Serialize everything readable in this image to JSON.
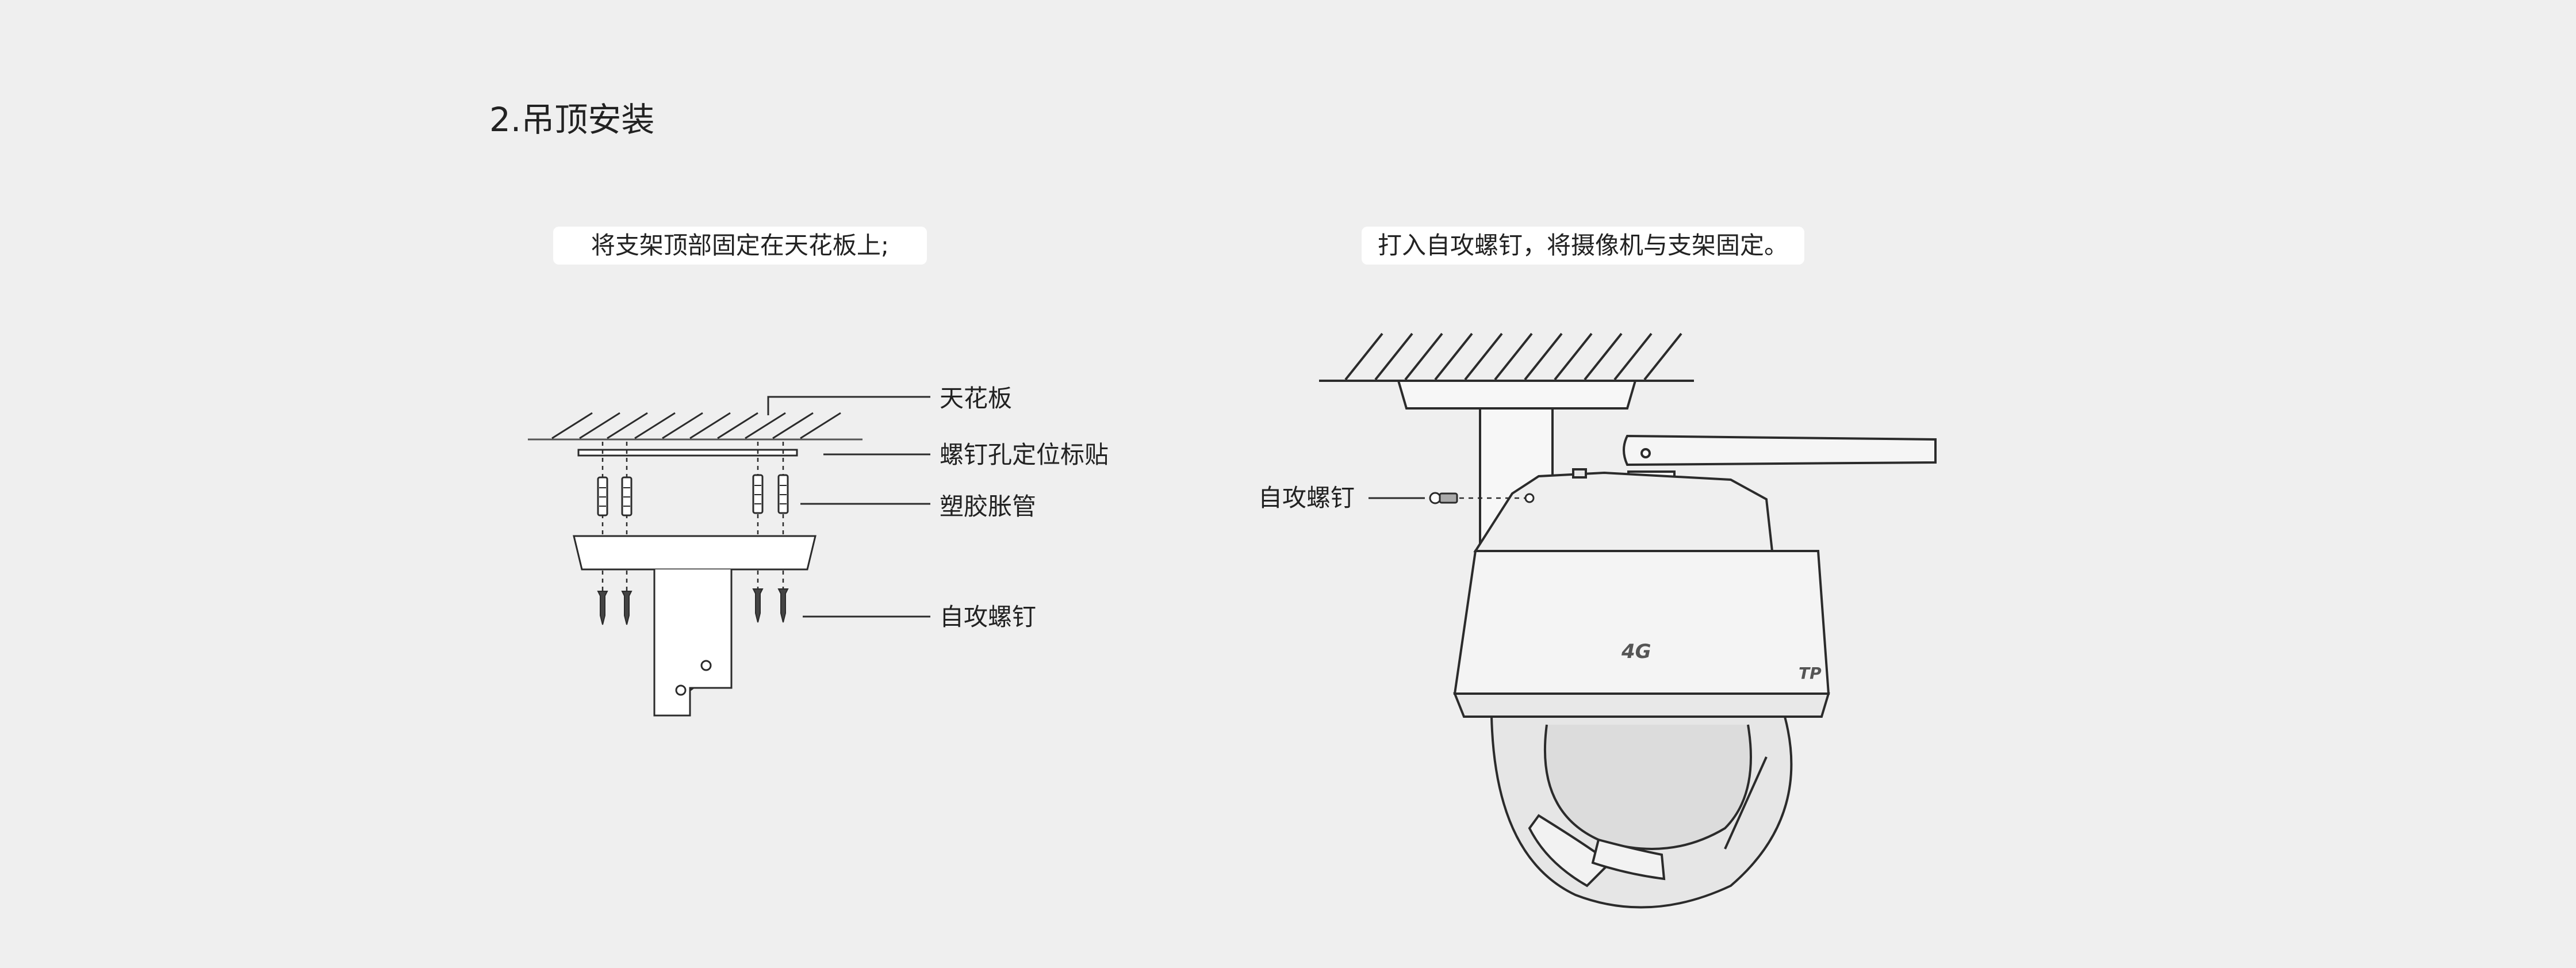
{
  "section_title": "2.吊顶安装",
  "captions": {
    "left": "将支架顶部固定在天花板上;",
    "right": "打入自攻螺钉，将摄像机与支架固定。"
  },
  "left_diagram": {
    "labels": {
      "ceiling": "天花板",
      "sticker": "螺钉孔定位标贴",
      "anchor": "塑胶胀管",
      "screw": "自攻螺钉"
    }
  },
  "right_diagram": {
    "labels": {
      "screw": "自攻螺钉"
    },
    "camera_badge": "4G",
    "camera_brand": "TP"
  },
  "colors": {
    "background": "#efefef",
    "line": "#2b2b2b",
    "caption_bg": "#ffffff"
  }
}
